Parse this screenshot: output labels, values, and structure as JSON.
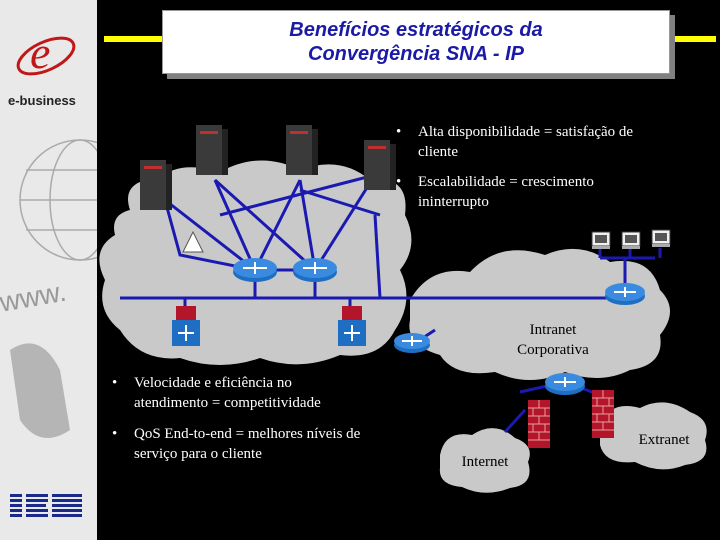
{
  "title": {
    "line1": "Benefícios estratégicos da",
    "line2": "Convergência SNA - IP"
  },
  "sidebar": {
    "brand_text": "e-business",
    "brand_icon": "e-business-logo",
    "company": "IBM"
  },
  "top_bullets": [
    {
      "line1": "Alta disponibilidade = satisfação de",
      "line2": "cliente"
    },
    {
      "line1": "Escalabilidade = crescimento",
      "line2": "ininterrupto"
    }
  ],
  "bottom_bullets": [
    {
      "line1": "Velocidade e eficiência no",
      "line2": "atendimento = competitividade"
    },
    {
      "line1": "QoS End-to-end = melhores níveis de",
      "line2": "serviço para o cliente"
    }
  ],
  "bullet_glyph": "•",
  "labels": {
    "intranet_line1": "Intranet",
    "intranet_line2": "Corporativa",
    "internet": "Internet",
    "extranet": "Extranet"
  },
  "colors": {
    "background": "#000000",
    "accent_yellow": "#ffff00",
    "title_text": "#1a1aa6",
    "cloud": "#c9c9c9",
    "link": "#1a1ab0",
    "router": "#1e6fc4",
    "firewall": "#b3152b"
  }
}
